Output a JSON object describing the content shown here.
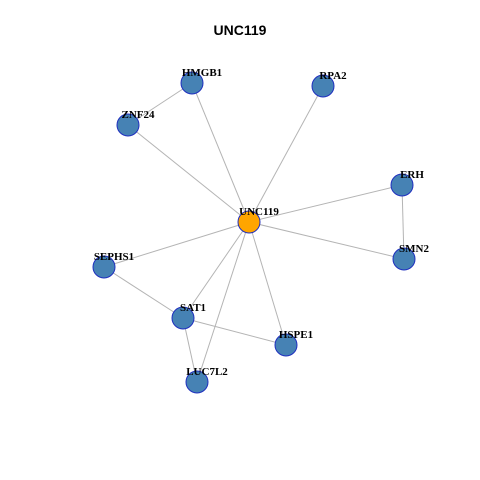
{
  "title": "UNC119",
  "colors": {
    "center_fill": "#ffa500",
    "node_fill": "#4682b4",
    "node_stroke": "#1f2fbf",
    "edge": "#b4b4b4"
  },
  "nodes": [
    {
      "id": "UNC119",
      "role": "center"
    },
    {
      "id": "HMGB1",
      "role": "neighbor"
    },
    {
      "id": "RPA2",
      "role": "neighbor"
    },
    {
      "id": "ZNF24",
      "role": "neighbor"
    },
    {
      "id": "ERH",
      "role": "neighbor"
    },
    {
      "id": "SMN2",
      "role": "neighbor"
    },
    {
      "id": "SEPHS1",
      "role": "neighbor"
    },
    {
      "id": "SAT1",
      "role": "neighbor"
    },
    {
      "id": "HSPE1",
      "role": "neighbor"
    },
    {
      "id": "LUC7L2",
      "role": "neighbor"
    }
  ],
  "edges": [
    [
      "UNC119",
      "HMGB1"
    ],
    [
      "UNC119",
      "RPA2"
    ],
    [
      "UNC119",
      "ZNF24"
    ],
    [
      "UNC119",
      "ERH"
    ],
    [
      "UNC119",
      "SMN2"
    ],
    [
      "UNC119",
      "SEPHS1"
    ],
    [
      "UNC119",
      "SAT1"
    ],
    [
      "UNC119",
      "HSPE1"
    ],
    [
      "UNC119",
      "LUC7L2"
    ],
    [
      "HMGB1",
      "ZNF24"
    ],
    [
      "ERH",
      "SMN2"
    ],
    [
      "SEPHS1",
      "SAT1"
    ],
    [
      "SAT1",
      "HSPE1"
    ],
    [
      "SAT1",
      "LUC7L2"
    ]
  ]
}
